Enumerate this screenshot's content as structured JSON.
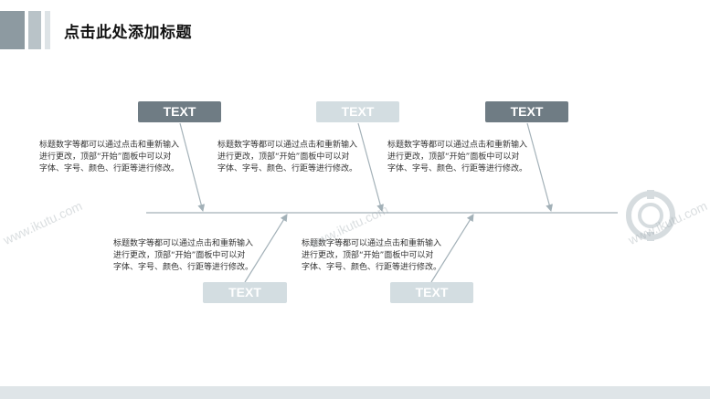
{
  "header": {
    "title": "点击此处添加标题"
  },
  "tags": [
    {
      "label": "TEXT",
      "style": "dark"
    },
    {
      "label": "TEXT",
      "style": "light"
    },
    {
      "label": "TEXT",
      "style": "dark"
    },
    {
      "label": "TEXT",
      "style": "light"
    },
    {
      "label": "TEXT",
      "style": "light"
    }
  ],
  "descriptions": [
    {
      "line1": "标题数字等都可以通过点击和重新输入",
      "line2": "进行更改，顶部“开始”面板中可以对",
      "line3": "字体、字号、颜色、行距等进行修改。"
    },
    {
      "line1": "标题数字等都可以通过点击和重新输入",
      "line2": "进行更改，顶部“开始”面板中可以对",
      "line3": "字体、字号、颜色、行距等进行修改。"
    },
    {
      "line1": "标题数字等都可以通过点击和重新输入",
      "line2": "进行更改，顶部“开始”面板中可以对",
      "line3": "字体、字号、颜色、行距等进行修改。"
    },
    {
      "line1": "标题数字等都可以通过点击和重新输入",
      "line2": "进行更改，顶部“开始”面板中可以对",
      "line3": "字体、字号、颜色、行距等进行修改。"
    },
    {
      "line1": "标题数字等都可以通过点击和重新输入",
      "line2": "进行更改，顶部“开始”面板中可以对",
      "line3": "字体、字号、颜色、行距等进行修改。"
    }
  ],
  "watermark": {
    "text": "www.ikutu.com"
  },
  "colors": {
    "dark": "#6f7c84",
    "light": "#d3dde1",
    "line": "#a3b1b8"
  }
}
